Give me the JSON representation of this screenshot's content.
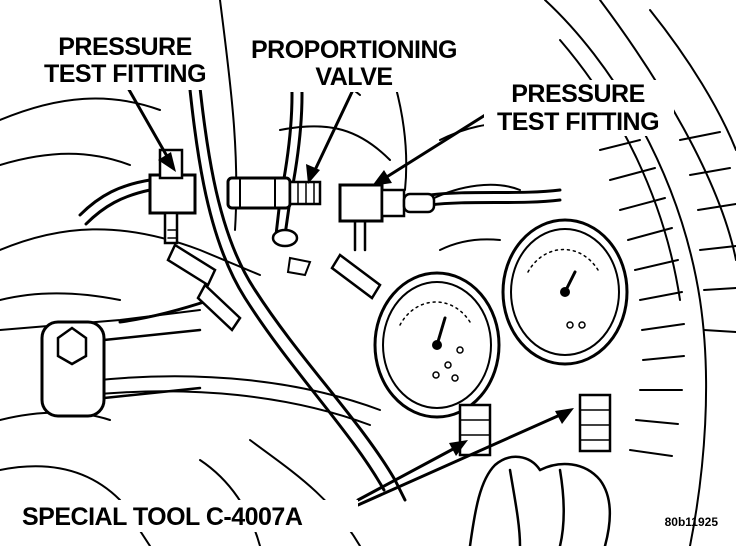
{
  "labels": {
    "pressure_fitting_left_1": "PRESSURE",
    "pressure_fitting_left_2": "TEST FITTING",
    "proportioning_1": "PROPORTIONING",
    "proportioning_2": "VALVE",
    "pressure_fitting_right_1": "PRESSURE",
    "pressure_fitting_right_2": "TEST FITTING",
    "special_tool": "SPECIAL TOOL C-4007A",
    "figure_id": "80b11925"
  },
  "colors": {
    "ink": "#000000",
    "paper": "#ffffff"
  }
}
